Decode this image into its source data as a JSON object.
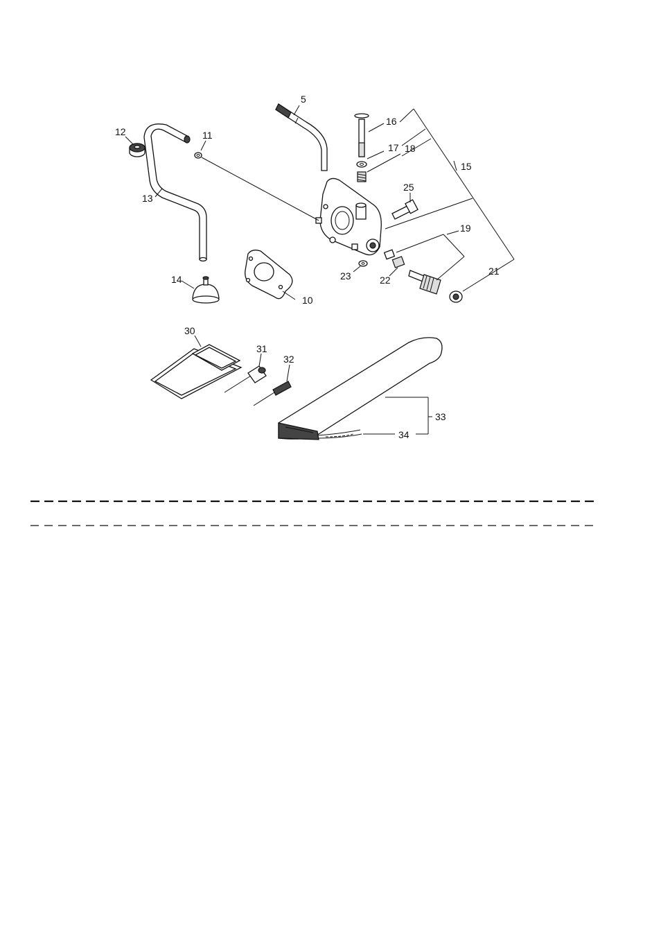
{
  "callouts": {
    "c5": "5",
    "c10": "10",
    "c11": "11",
    "c12": "12",
    "c13": "13",
    "c14": "14",
    "c15": "15",
    "c16": "16",
    "c17": "17",
    "c18": "18",
    "c19": "19",
    "c21": "21",
    "c22": "22",
    "c23": "23",
    "c25": "25",
    "c30": "30",
    "c31": "31",
    "c32": "32",
    "c33": "33",
    "c34": "34"
  },
  "colors": {
    "ink": "#111111",
    "paper": "#ffffff",
    "fill_dark": "#444444"
  }
}
